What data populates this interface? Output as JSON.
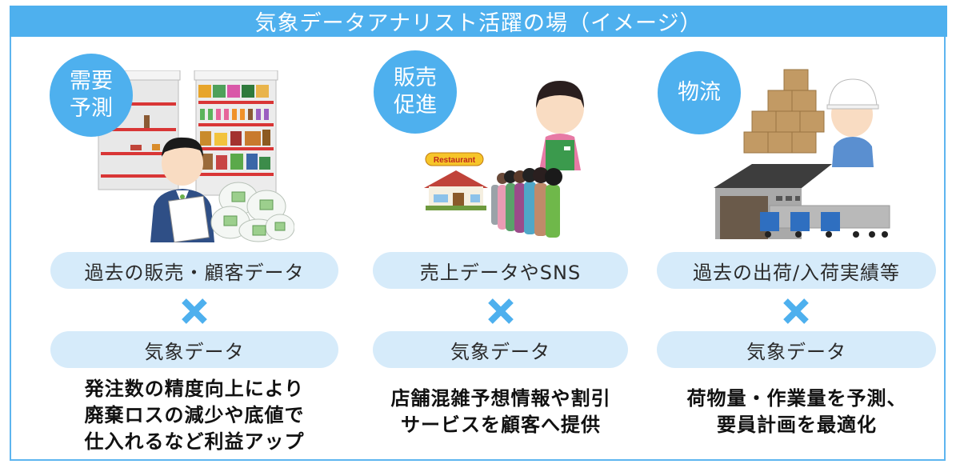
{
  "header": {
    "title": "気象データアナリスト活躍の場（イメージ）"
  },
  "colors": {
    "accent": "#4eb0ee",
    "pill_bg": "#d6ebfa",
    "border": "#5db5ef",
    "cross": "#4eb0ee"
  },
  "columns": [
    {
      "badge_lines": [
        "需要",
        "予測"
      ],
      "illustration": "store-shelves-and-analyst-with-waste-bags",
      "input_data": "過去の販売・顧客データ",
      "operator": "×",
      "weather_data": "気象データ",
      "result_lines": [
        "発注数の精度向上により",
        "廃棄ロスの減少や底値で",
        "仕入れるなど利益アップ"
      ]
    },
    {
      "badge_lines": [
        "販売",
        "促進"
      ],
      "illustration": "restaurant-with-queue-and-worried-staff",
      "sign_text": "Restaurant",
      "input_data": "売上データやSNS",
      "operator": "×",
      "weather_data": "気象データ",
      "result_lines": [
        "店舗混雑予想情報や割引",
        "サービスを顧客へ提供"
      ]
    },
    {
      "badge_lines": [
        "物流"
      ],
      "illustration": "warehouse-trucks-boxes-and-worker",
      "input_data": "過去の出荷/入荷実績等",
      "operator": "×",
      "weather_data": "気象データ",
      "result_lines": [
        "荷物量・作業量を予測、",
        "要員計画を最適化"
      ]
    }
  ]
}
